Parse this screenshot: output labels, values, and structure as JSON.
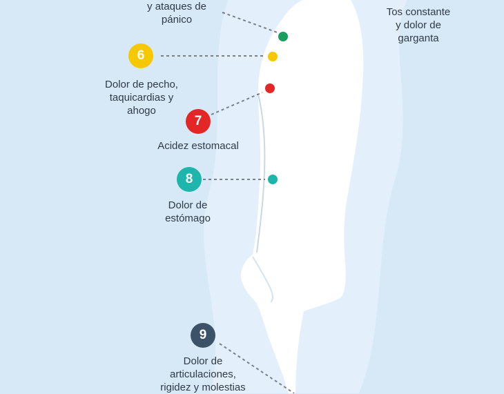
{
  "colors": {
    "background": "#d7e9f7",
    "body": "#ffffff",
    "text": "#2f3a45",
    "connector": "#7a7f86"
  },
  "labels": {
    "panic_attacks": "y ataques de\npánico",
    "cough_throat": "Tos constante\ny dolor de\ngarganta"
  },
  "markers": [
    {
      "id": "6",
      "number": "6",
      "color": "#f5c800",
      "label": "Dolor de pecho,\ntaquicardias y\nahogo"
    },
    {
      "id": "7",
      "number": "7",
      "color": "#e32726",
      "label": "Acidez estomacal"
    },
    {
      "id": "8",
      "number": "8",
      "color": "#1eb5ad",
      "label": "Dolor de\nestómago"
    },
    {
      "id": "9",
      "number": "9",
      "color": "#3c5268",
      "label": "Dolor de\narticulaciones,\nrigidez y molestias"
    }
  ],
  "body_points": [
    {
      "id": "panic",
      "color": "#1a9e5e"
    },
    {
      "id": "6",
      "color": "#f5c800"
    },
    {
      "id": "7",
      "color": "#e32726"
    },
    {
      "id": "8",
      "color": "#1eb5ad"
    }
  ]
}
